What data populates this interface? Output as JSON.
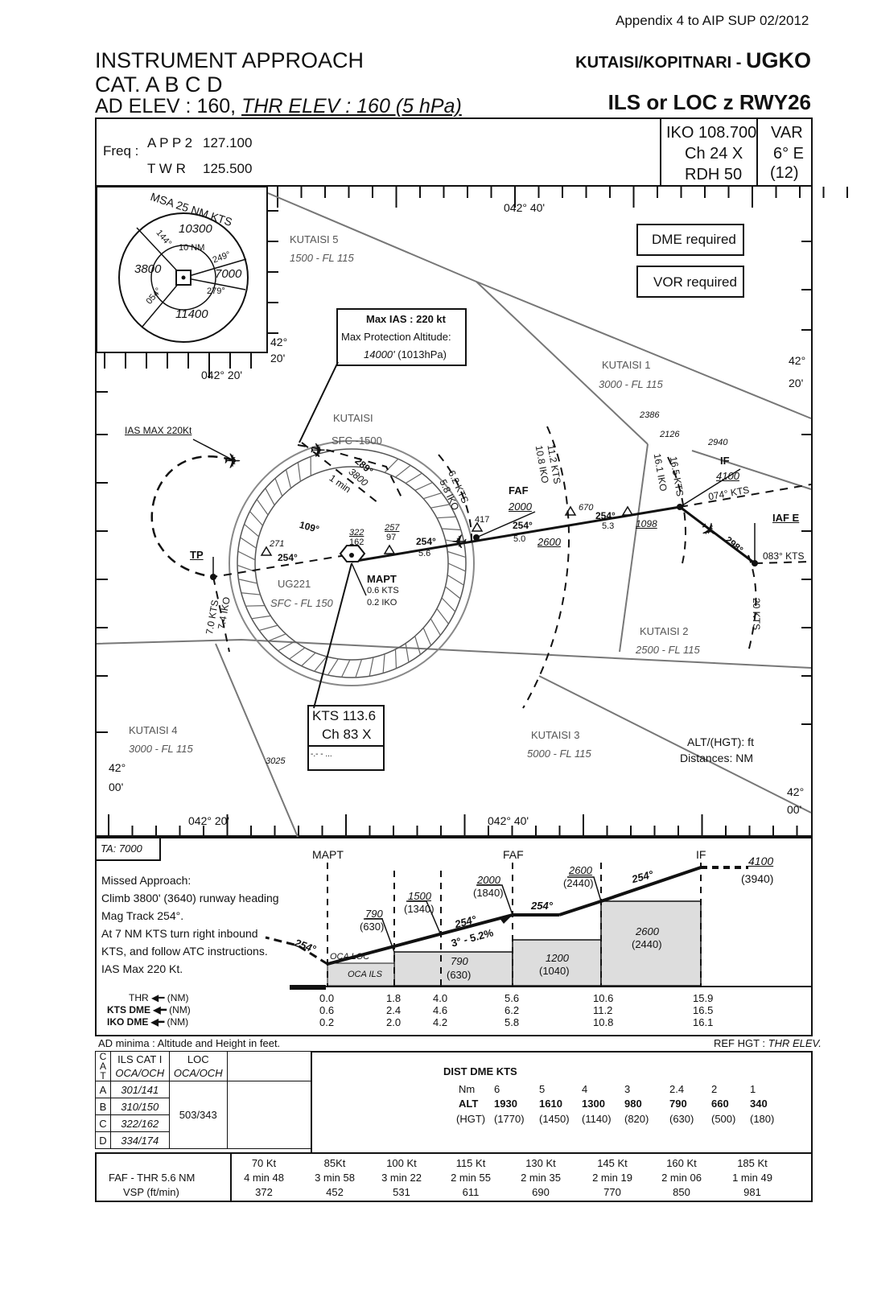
{
  "header": {
    "appendix": "Appendix 4 to AIP SUP 02/2012",
    "title1": "INSTRUMENT APPROACH",
    "title2": "CAT.  A B C D",
    "elev_a": "AD ELEV : 160,",
    "elev_b": "THR ELEV : 160 (5 hPa)",
    "aerodrome": "KUTAISI/KOPITNARI - ",
    "icao": "UGKO",
    "procedure": "ILS or LOC z RWY26"
  },
  "freq": {
    "label": "Freq :",
    "app_name": "A P P 2",
    "app_val": "127.100",
    "twr_name": "T W R",
    "twr_val": "125.500"
  },
  "nav": {
    "line1": "IKO 108.700",
    "line2": "Ch 24 X",
    "line3": "RDH 50"
  },
  "var": {
    "line1": "VAR",
    "line2": "6° E",
    "line3": "(12)"
  },
  "msa": {
    "title": "MSA 25 NM KTS",
    "inner": "10 NM",
    "alt_n": "10300",
    "alt_w": "3800",
    "alt_e": "7000",
    "alt_s": "11400",
    "brg1": "144°",
    "brg2": "249°",
    "brg3": "279°",
    "brg4": "054°"
  },
  "plan": {
    "dme_req": "DME required",
    "vor_req": "VOR required",
    "maxias1": "Max IAS : 220 kt",
    "maxias2": "Max Protection Altitude:",
    "maxias3a": "14000'",
    "maxias3b": " (1013hPa)",
    "sectors": [
      {
        "name": "KUTAISI 5",
        "alt": "1500 - FL 115"
      },
      {
        "name": "KUTAISI 1",
        "alt": "3000 - FL 115"
      },
      {
        "name": "KUTAISI 2",
        "alt": "2500 - FL 115"
      },
      {
        "name": "KUTAISI 3",
        "alt": "5000 - FL 115"
      },
      {
        "name": "KUTAISI 4",
        "alt": "3000 - FL 115"
      }
    ],
    "kutaisi_ctr": "KUTAISI",
    "ctr_alt": "SFC -1500",
    "ug221": "UG221",
    "ug221_alt": "SFC - FL 150",
    "ias_max": "IAS MAX 220Kt",
    "tp": "TP",
    "faf": "FAF",
    "faf_alt": "2000",
    "if": "IF",
    "if_alt": "4100",
    "iafe": "IAF E",
    "mapt": "MAPT",
    "mapt_kts": "0.6 KTS",
    "mapt_iko": "0.2 IKO",
    "kts_vor1": "KTS 113.6",
    "kts_vor2": "Ch 83 X",
    "kts_morse": "-.- - ...",
    "alt_note": "ALT/(HGT): ft",
    "dist_note": "Distances: NM",
    "lat_42_20": "42°",
    "min_20": "20'",
    "lat_42_00": "42°",
    "min_00": "00'",
    "lon_042_20": "042° 20'",
    "lon_042_40": "042° 40'",
    "one_min": "1 min",
    "trk_254": "254°",
    "trk_109": "109°",
    "trk_289": "289°",
    "trk_298": "298°",
    "trk_074": "074° KTS",
    "trk_083": "083° KTS",
    "alt_3800": "3800",
    "alt_2600": "2600",
    "alt_1098": "1098",
    "d_50": "5.0",
    "d_53": "5.3",
    "d_56": "5.6",
    "kts62": "6.2 KTS",
    "iko58": "5.8 IKO",
    "kts112": "11.2 KTS",
    "iko108": "10.8 IKO",
    "kts165": "16.5 KTS",
    "iko161": "16.1 IKO",
    "kts70": "7.0 KTS",
    "iko74": "7.4 IKO",
    "kts20": "20 KTS",
    "obst": [
      "2386",
      "2126",
      "2940",
      "670",
      "417",
      "257",
      "97",
      "322",
      "162",
      "271",
      "3025"
    ]
  },
  "profile": {
    "ta": "TA: 7000",
    "ma_title": "Missed Approach:",
    "ma_lines": [
      "Climb 3800' (3640) runway heading",
      "Mag Track 254°.",
      "At 7 NM  KTS turn right inbound",
      "KTS, and follow ATC instructions.",
      "IAS Max 220 Kt."
    ],
    "mapt": "MAPT",
    "faf": "FAF",
    "if": "IF",
    "if_alt": "4100",
    "if_hgt": "(3940)",
    "alt2600": "2600",
    "hgt2440": "(2440)",
    "alt2000": "2000",
    "hgt1840": "(1840)",
    "alt1500": "1500",
    "hgt1340": "(1340)",
    "alt790": "790",
    "hgt630": "(630)",
    "trk254": "254°",
    "glide": "3° - 5.2%",
    "oca_loc": "OCA LOC",
    "oca_ils": "OCA ILS",
    "blk1a": "790",
    "blk1b": "(630)",
    "blk2a": "1200",
    "blk2b": "(1040)",
    "blk3a": "2600",
    "blk3b": "(2440)",
    "row_thr": "THR",
    "row_kts": "KTS DME",
    "row_iko": "IKO DME",
    "nm": "(NM)",
    "thr_vals": [
      "0.0",
      "1.8",
      "4.0",
      "5.6",
      "10.6",
      "15.9"
    ],
    "kts_vals": [
      "0.6",
      "2.4",
      "4.6",
      "6.2",
      "11.2",
      "16.5"
    ],
    "iko_vals": [
      "0.2",
      "2.0",
      "4.2",
      "5.8",
      "10.8",
      "16.1"
    ]
  },
  "minima": {
    "note": "AD minima : Altitude and Height in feet.",
    "ref": "REF HGT : ",
    "ref_val": "THR ELEV.",
    "cat_label": "C A T",
    "ils_head": "ILS CAT I",
    "loc_head": "LOC",
    "ocaoch": "OCA/OCH",
    "rows": [
      {
        "cat": "A",
        "ils": "301/141"
      },
      {
        "cat": "B",
        "ils": "310/150"
      },
      {
        "cat": "C",
        "ils": "322/162"
      },
      {
        "cat": "D",
        "ils": "334/174"
      }
    ],
    "loc_val": "503/343",
    "dist_title": "DIST DME KTS",
    "dist_nm_label": "Nm",
    "dist_alt_label": "ALT",
    "dist_hgt_label": "(HGT)",
    "dist_nm": [
      "6",
      "5",
      "4",
      "3",
      "2.4",
      "2",
      "1"
    ],
    "dist_alt": [
      "1930",
      "1610",
      "1300",
      "980",
      "790",
      "660",
      "340"
    ],
    "dist_hgt": [
      "(1770)",
      "(1450)",
      "(1140)",
      "(820)",
      "(630)",
      "(500)",
      "(180)"
    ]
  },
  "speed": {
    "label1": "FAF - THR 5.6 NM",
    "label2": "VSP (ft/min)",
    "kt": [
      "70 Kt",
      "85Kt",
      "100 Kt",
      "115 Kt",
      "130 Kt",
      "145 Kt",
      "160 Kt",
      "185 Kt"
    ],
    "time": [
      "4 min 48",
      "3 min 58",
      "3 min 22",
      "2 min 55",
      "2 min 35",
      "2 min 19",
      "2 min 06",
      "1 min 49"
    ],
    "vsp": [
      "372",
      "452",
      "531",
      "611",
      "690",
      "770",
      "850",
      "981"
    ]
  }
}
